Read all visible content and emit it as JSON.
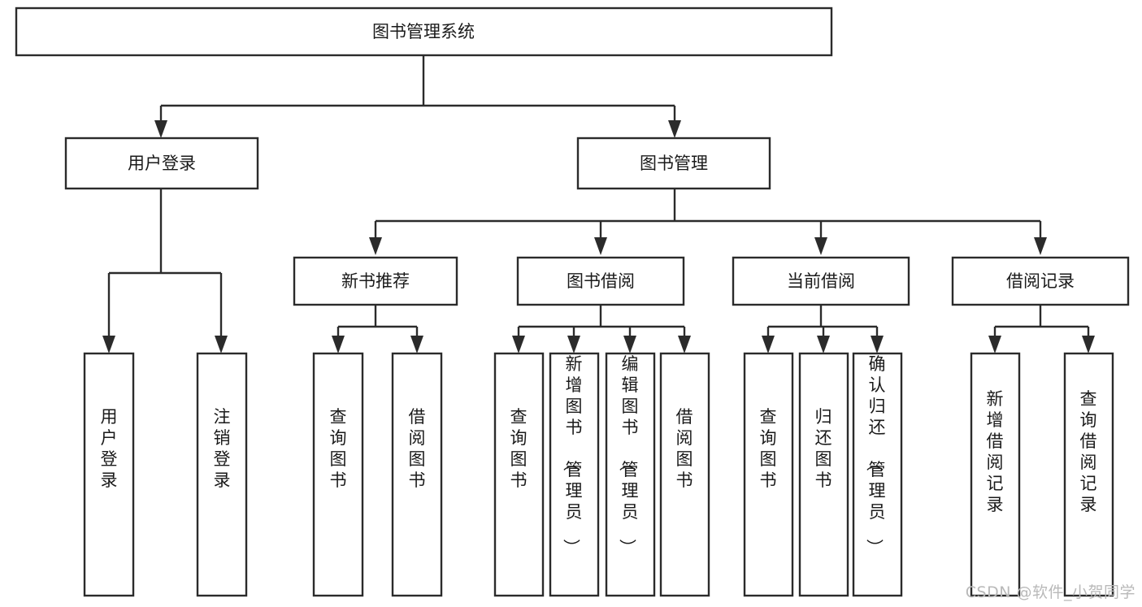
{
  "diagram": {
    "type": "tree",
    "title": "图书管理系统",
    "watermark": "CSDN @软件_小贺同学",
    "colors": {
      "box_stroke": "#2b2b2b",
      "box_fill": "#ffffff",
      "text": "#1a1a1a",
      "background": "#ffffff",
      "watermark": "#b9b9b9"
    },
    "root": {
      "label": "图书管理系统"
    },
    "level2": [
      {
        "label": "用户登录"
      },
      {
        "label": "图书管理"
      }
    ],
    "level3": [
      {
        "label": "新书推荐"
      },
      {
        "label": "图书借阅"
      },
      {
        "label": "当前借阅"
      },
      {
        "label": "借阅记录"
      }
    ],
    "leaves": {
      "user_login": [
        {
          "label": "用户登录"
        },
        {
          "label": "注销登录"
        }
      ],
      "new_book_recommend": [
        {
          "label": "查询图书"
        },
        {
          "label": "借阅图书"
        }
      ],
      "book_borrow": [
        {
          "label": "查询图书"
        },
        {
          "label": "新增图书（管理员）"
        },
        {
          "label": "编辑图书（管理员）"
        },
        {
          "label": "借阅图书"
        }
      ],
      "current_borrow": [
        {
          "label": "查询图书"
        },
        {
          "label": "归还图书"
        },
        {
          "label": "确认归还（管理员）"
        }
      ],
      "borrow_record": [
        {
          "label": "新增借阅记录"
        },
        {
          "label": "查询借阅记录"
        }
      ]
    }
  }
}
